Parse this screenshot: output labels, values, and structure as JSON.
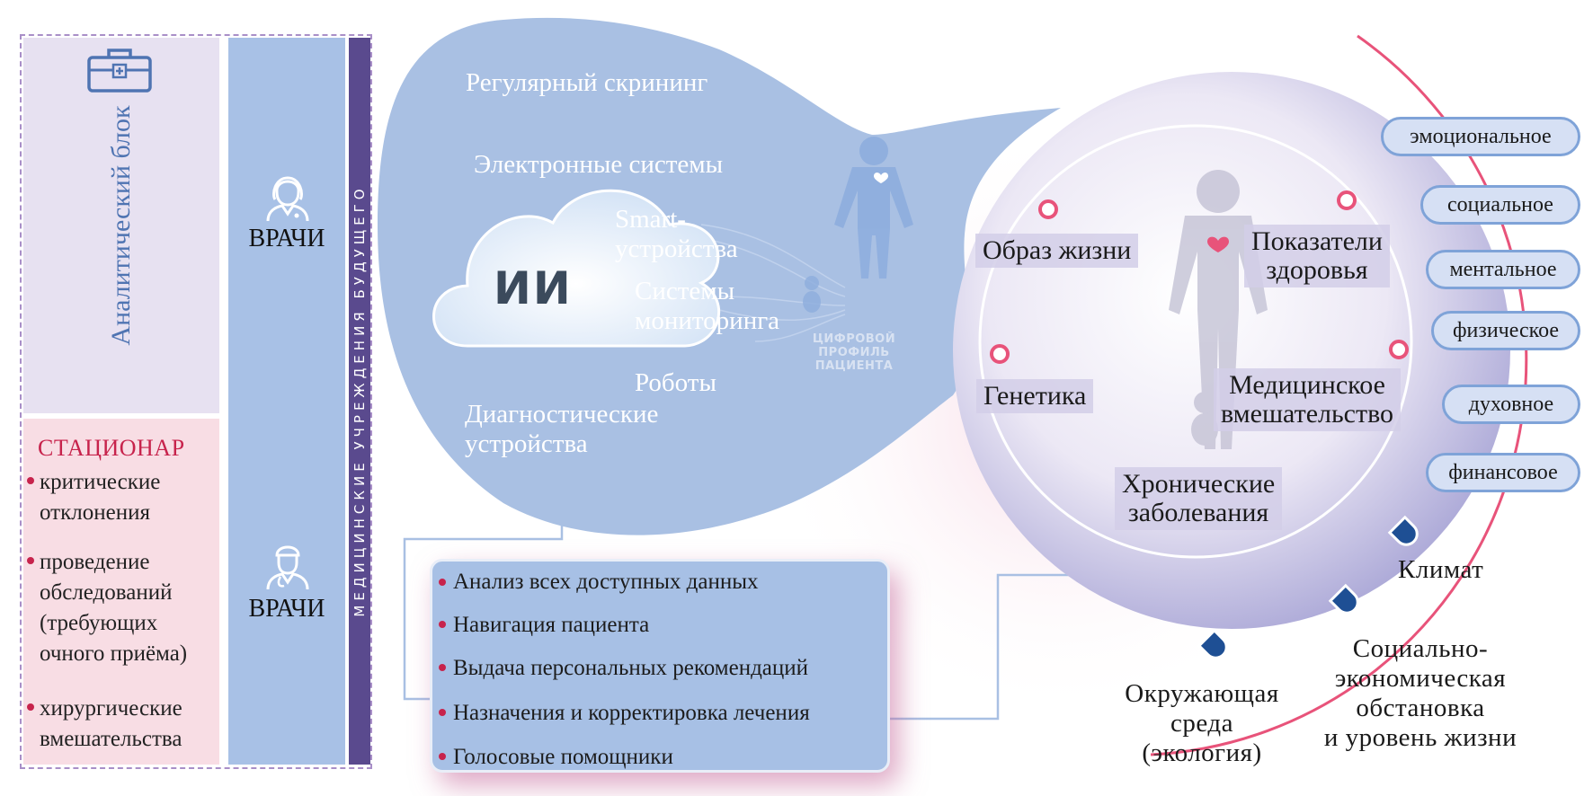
{
  "left_panel": {
    "analytic_block": "Аналитический блок",
    "doctors_top": "ВРАЧИ",
    "doctors_bottom": "ВРАЧИ",
    "vertical_label": "МЕДИЦИНСКИЕ УЧРЕЖДЕНИЯ БУДУЩЕГО",
    "stationar": {
      "title": "СТАЦИОНАР",
      "items": [
        [
          "критические",
          "отклонения"
        ],
        [
          "проведение",
          "обследований",
          "(требующих",
          "очного приёма)"
        ],
        [
          "хирургические",
          "вмешательства"
        ]
      ]
    }
  },
  "bulb": {
    "screening": "Регулярный скрининг",
    "electronic_systems": "Электронные системы",
    "smart": [
      "Smart-",
      "устройства"
    ],
    "monitoring": [
      "Системы",
      "мониторинга"
    ],
    "robots": "Роботы",
    "diagnostic": [
      "Диагностические",
      "устройства"
    ],
    "ai": "ИИ",
    "digital_profile": [
      "ЦИФРОВОЙ",
      "ПРОФИЛЬ",
      "ПАЦИЕНТА"
    ]
  },
  "ai_functions": [
    "Анализ всех доступных данных",
    "Навигация пациента",
    "Выдача персональных рекомендаций",
    "Назначения и корректировка лечения",
    "Голосовые помощники"
  ],
  "circle_labels": {
    "lifestyle": "Образ жизни",
    "health_indicators": [
      "Показатели",
      "здоровья"
    ],
    "genetics": "Генетика",
    "medical_intervention": [
      "Медицинское",
      "вмешательство"
    ],
    "chronic": [
      "Хронические",
      "заболевания"
    ]
  },
  "wellbeing": [
    "эмоциональное",
    "социальное",
    "ментальное",
    "физическое",
    "духовное",
    "финансовое"
  ],
  "external_factors": {
    "climate": "Климат",
    "socioeconomic": [
      "Социально-",
      "экономическая",
      "обстановка",
      "и уровень жизни"
    ],
    "environment": [
      "Окружающая",
      "среда",
      "(экология)"
    ]
  },
  "colors": {
    "bulb": "#a9c0e3",
    "doctors_column": "#a8c1e6",
    "purple_column": "#5a4a8e",
    "accent_red": "#c7234c",
    "pink_ring": "#e8537a",
    "drop": "#1e4f94"
  }
}
